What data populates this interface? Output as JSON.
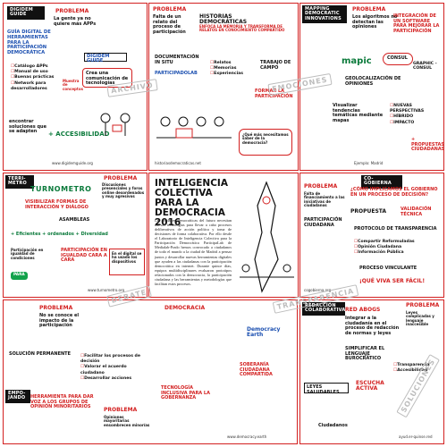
{
  "colors": {
    "accent": "#d32020",
    "ink": "#111111",
    "green": "#12a24b",
    "blue": "#1b4fb0",
    "stamp": "#bdbdbd"
  },
  "panels": {
    "p1": {
      "tag": "DIGIDEM GUIDE",
      "problema": "PROBLEMA",
      "problema_text": "La gente ya no quiere más APPs",
      "title": "GUÍA DIGITAL DE HERRAMIENTAS PARA LA PARTICIPACIÓN DEMOCRÁTICA",
      "items": [
        "Catálogo APPs",
        "Manual de uso",
        "Buenas prácticas",
        "Network para desarrolladores"
      ],
      "logo": "DIGIDEM GUIDE",
      "mid_note": "Muestra de conceptos",
      "crea": "Crea una comunicación de tecnologías",
      "bottom_note": "encontrar soluciones que se adapten",
      "accessibility": "+ ACCESIBILIDAD",
      "footer": "www.digidemguide.org"
    },
    "p2": {
      "problema": "PROBLEMA",
      "problema_text": "Falta de un relato del proceso de participación",
      "title": "HISTORIAS DEMOCRÁTICAS",
      "subtitle": "ENFOCA LA MEMORIA Y TRANSFORMA DE RELATOS EN CONOCIMIENTO COMPARTIDO",
      "doc": "DOCUMENTACIÓN IN SITU",
      "part": "PARTICIPADOLAB",
      "checks": [
        "Relatos",
        "Memorias",
        "Experiencias"
      ],
      "trabajo": "TRABAJO DE CAMPO",
      "formar": "FORMAR LA PARTICIPACIÓN",
      "question": "¿Qué más necesitamos saber de la democracia?",
      "footer": "historiasdemocraticas.net"
    },
    "p3": {
      "tag": "MAPPING DEMOCRATIC INNOVATIONS",
      "problema": "PROBLEMA",
      "problema_text": "Los algoritmos no detectan las opiniones",
      "title": "INTEGRACIÓN DE UN SOFTWARE PARA MEJORAR LA PARTICIPACIÓN",
      "mapic": "mapic",
      "consul": "CONSUL",
      "geo": "GEOLOCALIZACIÓN DE OPINIONES",
      "visualize": "Visualizar tendencias temáticas mediante mapas",
      "checks": [
        "NUEVAS PERSPECTIVAS",
        "HÍBRIDO",
        "IMPACTO"
      ],
      "propuestas": "+ PROPUESTAS CIUDADANAS",
      "graphic": "GRAPHIC - CONSUL",
      "footer": "Ejemplo: Madrid"
    },
    "p4": {
      "tag": "TERRI-METRO",
      "logo": "TURNOMETRO",
      "problema": "PROBLEMA",
      "problema_text": "Discusiones presenciales y foros online desordenados y muy agresivos",
      "title": "VISIBILIZAR FORMAS DE INTERACCIÓN Y DIÁLOGO",
      "asambleas": "ASAMBLEAS",
      "metrics": "+ Eficientes + ordenados + Diversidad",
      "proportion": "Participación en igualdad de condiciones",
      "result": "PARTICIPACIÓN EN IGUALDAD CARA A CARA",
      "note": "En el digital se ha usado los dispositivos",
      "para": "PARA",
      "footer": "www.turnometro.org"
    },
    "center": {
      "title": "INTELIGENCIA COLECTIVA PARA LA DEMOCRACIA 2016",
      "body": "Las ciudades democráticas del futuro necesitan nuevas tecnologías para llevar a cabo procesos deliberativos de acción política y toma de decisiones de forma colaborativa. Por ello desde el Laboratorio de Inteligencia Colectiva para la Participación Democrática ParticipaLab de Medialab-Prado hemos convocado a ciudadanos de todo el mundo a la ciudad de Madrid a pensar juntos y desarrollar nuevas herramientas digitales que ayuden a las ciudadanas con la participación democrática en internet. Durante quince días, equipos multidisciplinares evaluaron prototipos relacionados con la democracia, la participación ciudadana y las herramientas y metodologías que facilitan estos procesos."
    },
    "p5": {
      "tag": "CO-GOBIERNA",
      "question": "¿CÓMO IMPLICAMOS EL GOBIERNO EN UN PROCESO DE DECISIÓN?",
      "problema": "PROBLEMA",
      "problema_text": "Falta de financiamiento a las iniciativas de ciudadanos",
      "propuesta": "PROPUESTA",
      "validation": "VALIDACIÓN TÉCNICA",
      "protocol": "PROTOCOLO DE TRANSPARENCIA",
      "checks": [
        "Compartir Reformuladas",
        "Opinión Ciudadana",
        "Información Pública"
      ],
      "proceso": "PROCESO VINCULANTE",
      "cierre": "¡QUÉ VIVA SER FÁCIL!",
      "ciudadana": "PARTICIPACIÓN CIUDADANA",
      "footer": "cogobierna.org"
    },
    "p6": {
      "tag": "EMPO-JANDO",
      "problema": "PROBLEMA",
      "problema_text": "No se conoce el impacto de la participación",
      "solucion": "SOLUCIÓN PERMANENTE",
      "checks": [
        "Facilitar los procesos de decisión",
        "Valorar el acuerdo ciudadano",
        "Desarrollar acciones"
      ],
      "herramienta": "HERRAMIENTA PARA DAR VOZ A LOS GRUPOS DE OPINIÓN MINORITARIOS",
      "problema2": "PROBLEMA",
      "problema2_text": "Opiniones mayoritarias ensombrecen minorías",
      "democracia": "DEMOCRACIA",
      "tech": "TECNOLOGÍA INCLUSIVA PARA LA GOBERNANZA",
      "sober": "SOBERANÍA CIUDADANA COMPARTIDA",
      "earth": "Democracy Earth",
      "footer": "www.democracy.earth"
    },
    "p7": {
      "tag": "REDACCIÓN COLABORATIVA",
      "problema": "PROBLEMA",
      "problema_text": "Leyes complicadas y lenguaje inaccesible",
      "red": "RED ABOGS",
      "red_text": "Integrar a la ciudadanía en el proceso de redacción de normas y leyes",
      "simplify": "SIMPLIFICAR EL LENGUAJE BUROCRÁTICO",
      "checks": [
        "Transparencia",
        "Accesibilidad"
      ],
      "escucha": "ESCUCHA ACTIVA",
      "leyes": "LEYES SALUDABLES",
      "ciudadanos": "Ciudadanos",
      "footer": "ayud.er-quinse.red"
    }
  },
  "stamps": {
    "s1": "ARCHIVO",
    "s2": "EMOCIONES",
    "s3": "TRANSPARENCIA",
    "s4": "DEBATE",
    "s5": "SOLUCIONES"
  }
}
